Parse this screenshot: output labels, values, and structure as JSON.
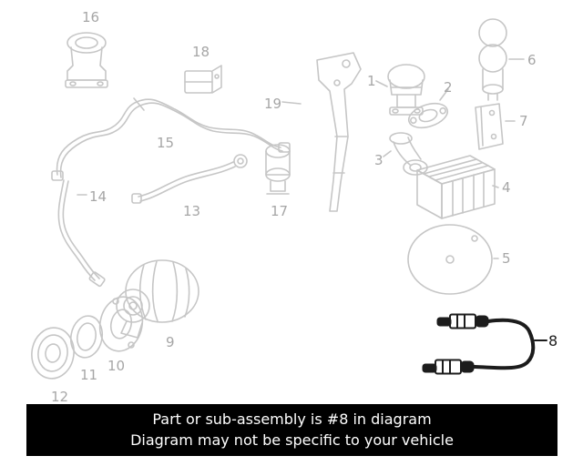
{
  "diagram": {
    "highlighted_part": "8",
    "labels": [
      {
        "id": "16",
        "text": "16"
      },
      {
        "id": "18",
        "text": "18"
      },
      {
        "id": "19",
        "text": "19"
      },
      {
        "id": "1",
        "text": "1"
      },
      {
        "id": "2",
        "text": "2"
      },
      {
        "id": "6",
        "text": "6"
      },
      {
        "id": "7",
        "text": "7"
      },
      {
        "id": "3",
        "text": "3"
      },
      {
        "id": "4",
        "text": "4"
      },
      {
        "id": "5",
        "text": "5"
      },
      {
        "id": "15",
        "text": "15"
      },
      {
        "id": "14",
        "text": "14"
      },
      {
        "id": "13",
        "text": "13"
      },
      {
        "id": "17",
        "text": "17"
      },
      {
        "id": "9",
        "text": "9"
      },
      {
        "id": "10",
        "text": "10"
      },
      {
        "id": "11",
        "text": "11"
      },
      {
        "id": "12",
        "text": "12"
      },
      {
        "id": "8",
        "text": "8",
        "highlighted": true
      }
    ]
  },
  "banner": {
    "line1": "Part or sub-assembly is #8 in diagram",
    "line2": "Diagram may not be specific to your vehicle"
  },
  "colors": {
    "background": "#ffffff",
    "faded-part": "#c6c6c6",
    "label": "#a6a6a6",
    "highlight": "#1c1c1c",
    "banner-bg": "#000000",
    "banner-fg": "#ffffff"
  }
}
